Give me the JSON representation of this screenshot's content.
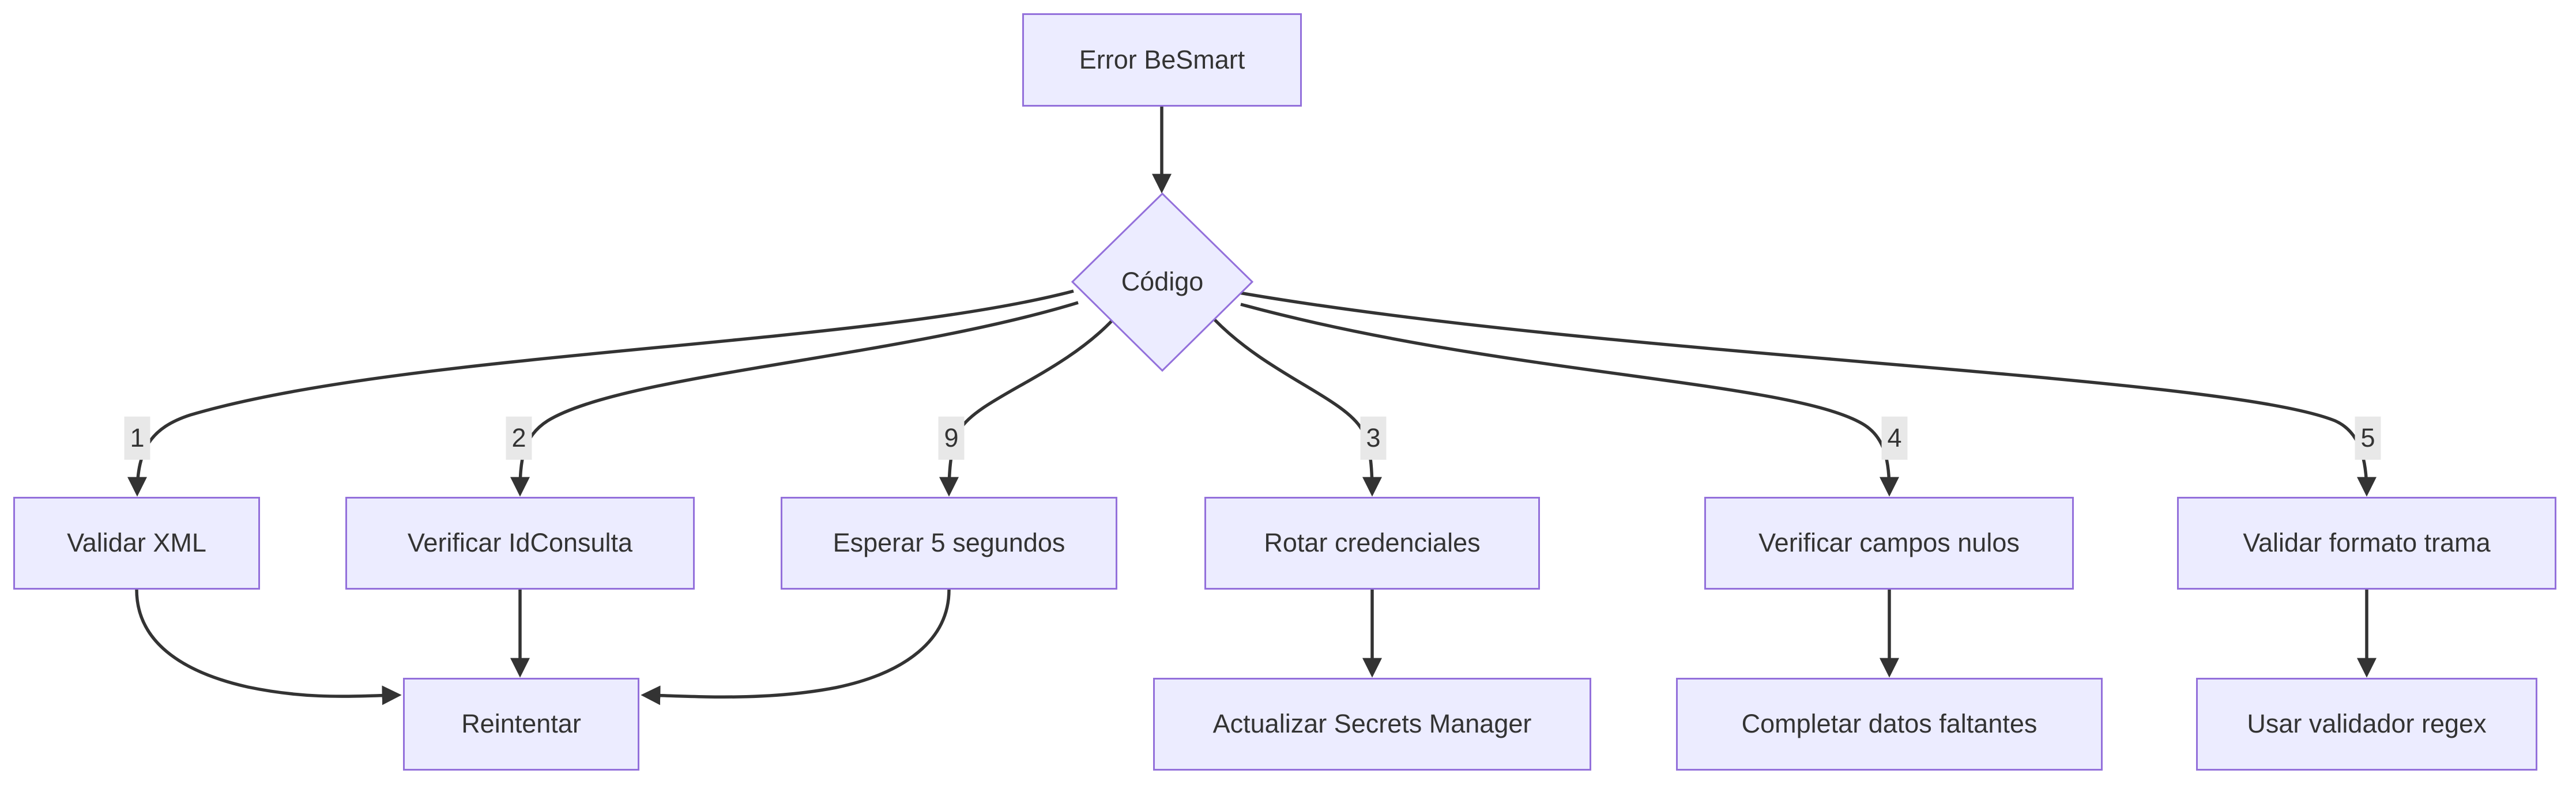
{
  "diagram": {
    "type": "flowchart",
    "direction": "top-down",
    "colors": {
      "background": "#ffffff",
      "node_fill": "#ECECFF",
      "node_border": "#9370DB",
      "edge_line": "#333333",
      "text": "#333333",
      "edge_label_bg": "#e8e8e8"
    },
    "nodes": {
      "error_besmart": {
        "label": "Error BeSmart",
        "shape": "rect"
      },
      "codigo": {
        "label": "Código",
        "shape": "diamond"
      },
      "validar_xml": {
        "label": "Validar XML",
        "shape": "rect"
      },
      "verificar_idconsulta": {
        "label": "Verificar IdConsulta",
        "shape": "rect"
      },
      "esperar_5_segundos": {
        "label": "Esperar 5 segundos",
        "shape": "rect"
      },
      "rotar_credenciales": {
        "label": "Rotar credenciales",
        "shape": "rect"
      },
      "verificar_campos_nulos": {
        "label": "Verificar campos nulos",
        "shape": "rect"
      },
      "validar_formato_trama": {
        "label": "Validar formato trama",
        "shape": "rect"
      },
      "reintentar": {
        "label": "Reintentar",
        "shape": "rect"
      },
      "actualizar_secrets_manager": {
        "label": "Actualizar Secrets Manager",
        "shape": "rect"
      },
      "completar_datos_faltantes": {
        "label": "Completar datos faltantes",
        "shape": "rect"
      },
      "usar_validador_regex": {
        "label": "Usar validador regex",
        "shape": "rect"
      }
    },
    "edge_labels": {
      "l1": "1",
      "l2": "2",
      "l9": "9",
      "l3": "3",
      "l4": "4",
      "l5": "5"
    },
    "edges": [
      {
        "from": "error_besmart",
        "to": "codigo",
        "label": ""
      },
      {
        "from": "codigo",
        "to": "validar_xml",
        "label": "1"
      },
      {
        "from": "codigo",
        "to": "verificar_idconsulta",
        "label": "2"
      },
      {
        "from": "codigo",
        "to": "esperar_5_segundos",
        "label": "9"
      },
      {
        "from": "codigo",
        "to": "rotar_credenciales",
        "label": "3"
      },
      {
        "from": "codigo",
        "to": "verificar_campos_nulos",
        "label": "4"
      },
      {
        "from": "codigo",
        "to": "validar_formato_trama",
        "label": "5"
      },
      {
        "from": "validar_xml",
        "to": "reintentar",
        "label": ""
      },
      {
        "from": "verificar_idconsulta",
        "to": "reintentar",
        "label": ""
      },
      {
        "from": "esperar_5_segundos",
        "to": "reintentar",
        "label": ""
      },
      {
        "from": "rotar_credenciales",
        "to": "actualizar_secrets_manager",
        "label": ""
      },
      {
        "from": "verificar_campos_nulos",
        "to": "completar_datos_faltantes",
        "label": ""
      },
      {
        "from": "validar_formato_trama",
        "to": "usar_validador_regex",
        "label": ""
      }
    ]
  }
}
